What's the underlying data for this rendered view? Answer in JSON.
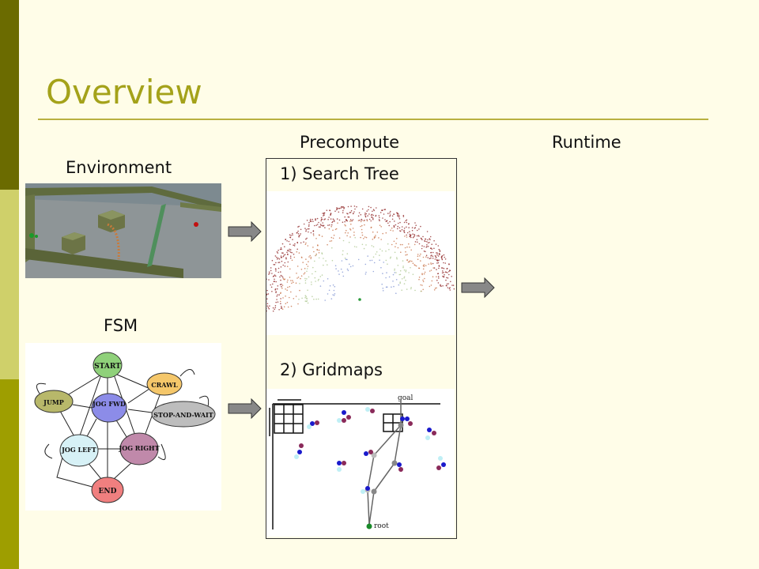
{
  "slide": {
    "title": "Overview",
    "headers": {
      "precompute": "Precompute",
      "runtime": "Runtime"
    },
    "environment_label": "Environment",
    "fsm_label": "FSM",
    "search_tree_label": "1) Search Tree",
    "gridmaps_label": "2) Gridmaps"
  },
  "fsm": {
    "states": [
      "START",
      "CRAWL",
      "JUMP",
      "JOG FWD",
      "STOP-AND-WAIT",
      "JOG LEFT",
      "JOG RIGHT",
      "END"
    ]
  },
  "gridmap": {
    "goal_label": "goal",
    "root_label": "root"
  },
  "colors": {
    "title": "#a4a21a",
    "sidebar_dark": "#6b6b00",
    "sidebar_light": "#cfd06a",
    "sidebar_mid": "#9e9e00",
    "background": "#fffde8"
  }
}
